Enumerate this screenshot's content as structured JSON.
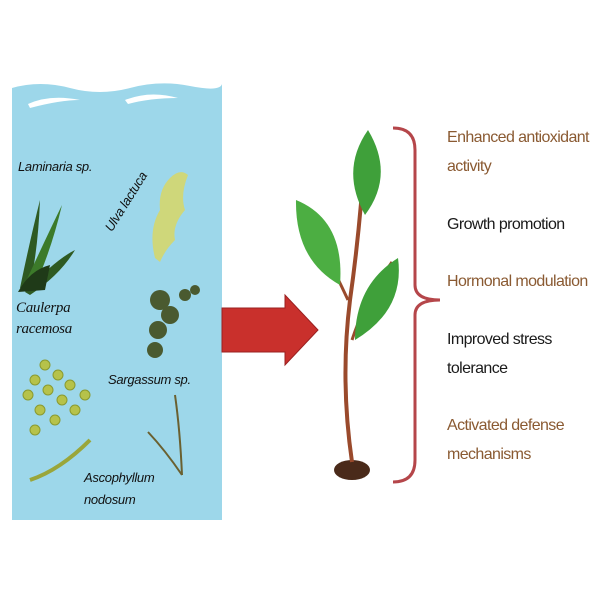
{
  "seaweeds": [
    {
      "name": "Laminaria sp."
    },
    {
      "name": "Ulva lactuca"
    },
    {
      "name": "Caulerpa racemosa"
    },
    {
      "name": "Sargassum sp."
    },
    {
      "name": "Ascophyllum nodosum"
    }
  ],
  "labels": {
    "laminaria": "Laminaria sp.",
    "ulva": "Ulva lactuca",
    "caulerpa_1": "Caulerpa",
    "caulerpa_2": "racemosa",
    "sargassum": "Sargassum sp.",
    "ascophyllum_1": "Ascophyllum",
    "ascophyllum_2": "nodosum"
  },
  "benefits": {
    "b1_l1": "Enhanced antioxidant",
    "b1_l2": "activity",
    "b2": "Growth promotion",
    "b3": "Hormonal modulation",
    "b4_l1": "Improved stress",
    "b4_l2": "tolerance",
    "b5_l1": "Activated defense",
    "b5_l2": "mechanisms"
  },
  "colors": {
    "water": "#9dd7ea",
    "arrow": "#c9302c",
    "brace": "#b5464a",
    "benefit_brown": "#8a5a32",
    "leaf": "#3fa03a",
    "stem": "#9a4a2c"
  }
}
